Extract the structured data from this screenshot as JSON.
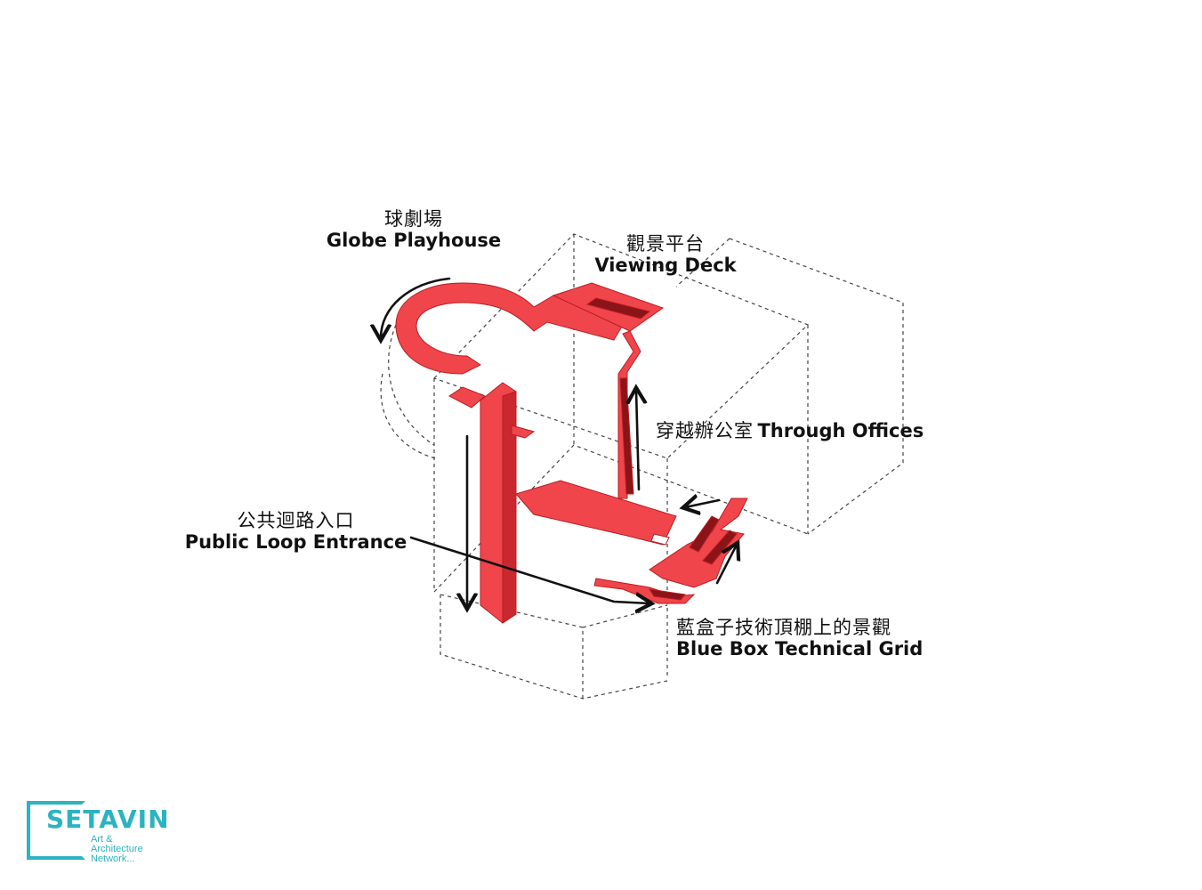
{
  "labels": {
    "globe": {
      "zh": "球劇場",
      "en": "Globe Playhouse"
    },
    "deck": {
      "zh": "觀景平台",
      "en": "Viewing Deck"
    },
    "public": {
      "zh": "公共迴路入口",
      "en": "Public Loop Entrance"
    },
    "offices": {
      "zh": "穿越辦公室",
      "en": "Through Offices"
    },
    "grid": {
      "zh": "藍盒子技術頂棚上的景觀",
      "en": "Blue Box Technical Grid"
    }
  },
  "logo": {
    "brand": "SETAVIN",
    "tagline": "Art &\nArchitecture\nNetwork..."
  },
  "colors": {
    "path": "#f0454a",
    "path_dark": "#b81e24",
    "outline": "#444444",
    "logo": "#2bb3c0"
  }
}
